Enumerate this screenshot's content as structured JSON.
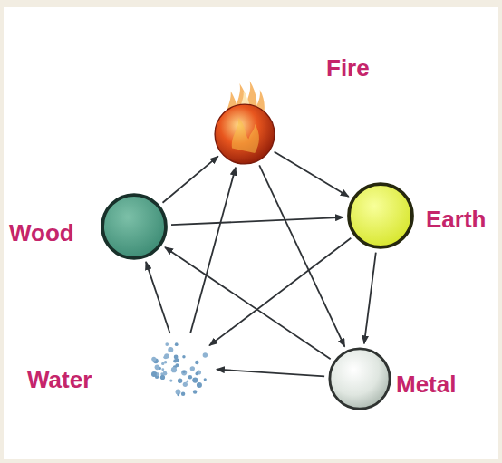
{
  "diagram": {
    "nodes": [
      {
        "text": [
          "Fire"
        ]
      },
      {
        "text": [
          "Wood"
        ]
      },
      {
        "text": [
          "Earth"
        ]
      },
      {
        "text": [
          "Water"
        ]
      },
      {
        "text": [
          "Metal"
        ]
      }
    ],
    "edges": [
      {
        "from": 1,
        "to": 0,
        "arrow": "to"
      },
      {
        "from": 0,
        "to": 2,
        "arrow": "to"
      },
      {
        "from": 2,
        "to": 4,
        "arrow": "to"
      },
      {
        "from": 4,
        "to": 3,
        "arrow": "to"
      },
      {
        "from": 3,
        "to": 1,
        "arrow": "to"
      },
      {
        "from": 1,
        "to": 2,
        "arrow": "to"
      },
      {
        "from": 2,
        "to": 3,
        "arrow": "to"
      },
      {
        "from": 3,
        "to": 0,
        "arrow": "to"
      },
      {
        "from": 0,
        "to": 4,
        "arrow": "to"
      },
      {
        "from": 4,
        "to": 1,
        "arrow": "to"
      }
    ]
  }
}
